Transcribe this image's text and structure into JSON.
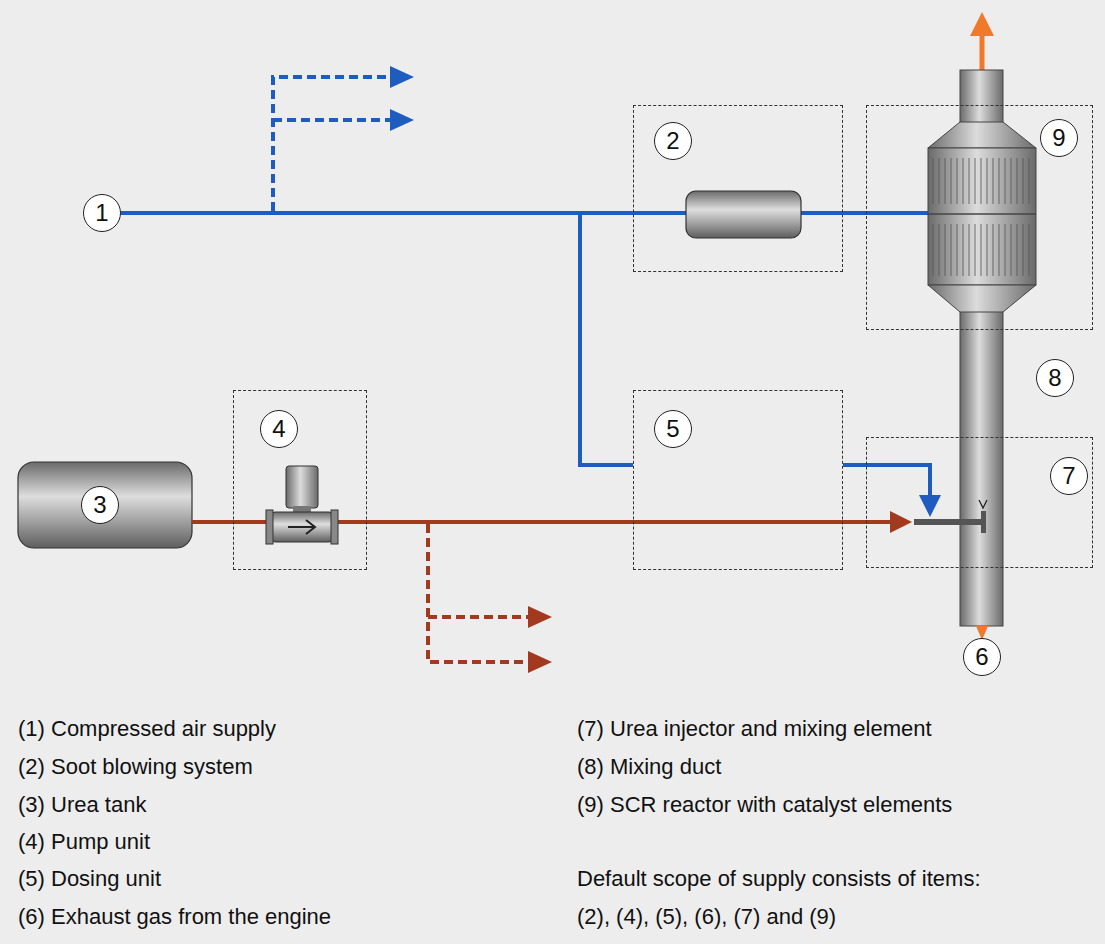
{
  "diagram": {
    "nodes": [
      {
        "text": [
          "1"
        ]
      },
      {
        "text": [
          "2"
        ]
      },
      {
        "text": [
          "9"
        ]
      },
      {
        "text": [
          "8"
        ]
      },
      {
        "text": [
          "3"
        ]
      },
      {
        "text": [
          "4"
        ]
      },
      {
        "text": [
          "5"
        ]
      },
      {
        "text": [
          "7"
        ]
      },
      {
        "text": [
          "6"
        ]
      }
    ],
    "edges": [
      {
        "from": 0,
        "to": 1,
        "arrow": "none"
      },
      {
        "from": 1,
        "to": 2,
        "arrow": "none"
      },
      {
        "from": 0,
        "to": 6,
        "arrow": "none"
      },
      {
        "from": 6,
        "to": 7,
        "arrow": "to"
      },
      {
        "from": 4,
        "to": 5,
        "arrow": "none"
      },
      {
        "from": 5,
        "to": 7,
        "arrow": "to"
      }
    ],
    "labels": [
      "(1) Compressed air supply",
      "(2) Soot blowing system",
      "(3) Urea tank",
      "(4) Pump unit",
      "(5) Dosing unit",
      "(6) Exhaust gas from the engine",
      "(7) Urea injector and mixing element",
      "(8) Mixing duct",
      "(9) SCR reactor with catalyst elements",
      "Default scope of supply consists of items:",
      "(2), (4), (5), (6), (7) and (9)"
    ]
  }
}
